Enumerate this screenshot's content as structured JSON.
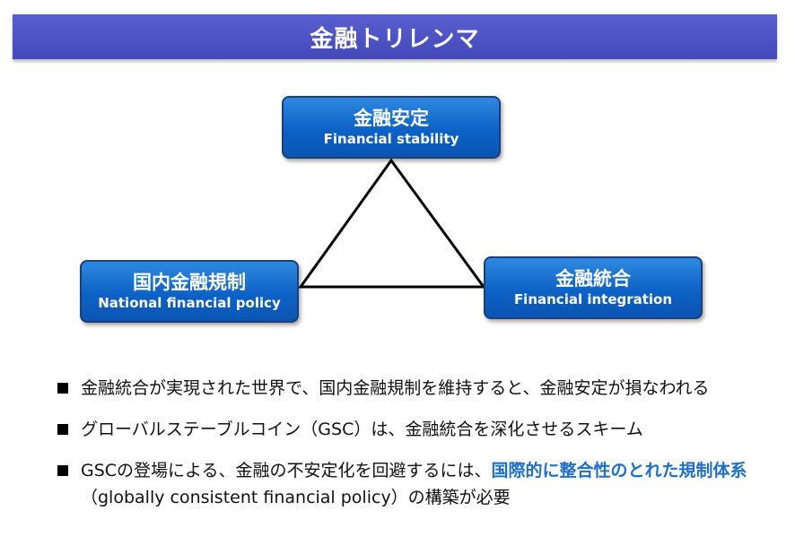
{
  "title": "金融トリレンマ",
  "nodes": {
    "top": {
      "jp": "金融安定",
      "en": "Financial stability"
    },
    "left": {
      "jp": "国内金融規制",
      "en": "National financial policy"
    },
    "right": {
      "jp": "金融統合",
      "en": "Financial integration"
    }
  },
  "bullets": [
    {
      "text": "金融統合が実現された世界で、国内金融規制を維持すると、金融安定が損なわれる"
    },
    {
      "text": "グローバルステーブルコイン（GSC）は、金融統合を深化させるスキーム"
    },
    {
      "pre": "GSCの登場による、金融の不安定化を回避するには、",
      "highlight": "国際的に整合性のとれた規制体系",
      "post": "（globally consistent financial policy）の構築が必要"
    }
  ],
  "colors": {
    "title_bar": "#4349b8",
    "node_fill": "#0d62c6",
    "highlight": "#1f6fc8"
  }
}
